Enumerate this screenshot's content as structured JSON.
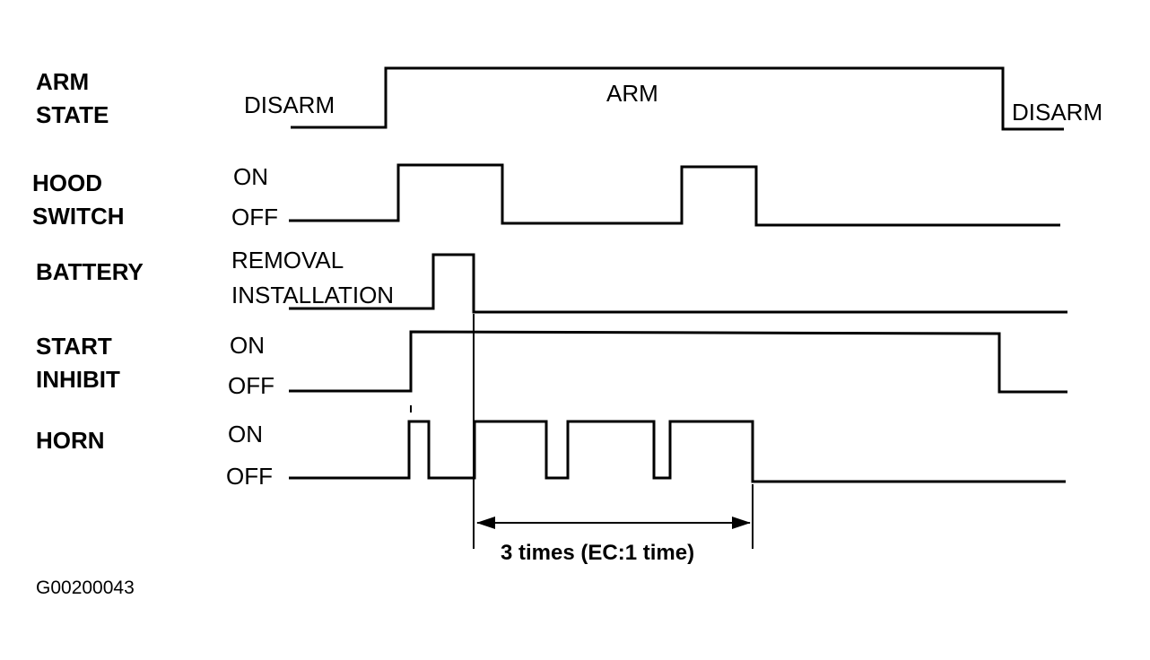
{
  "signals": [
    {
      "id": "arm_state",
      "name_lines": [
        "ARM",
        "STATE"
      ],
      "high_label": "ARM",
      "low_left_label": "DISARM",
      "low_right_label": "DISARM"
    },
    {
      "id": "hood_switch",
      "name_lines": [
        "HOOD",
        "SWITCH"
      ],
      "high_label": "ON",
      "low_label": "OFF"
    },
    {
      "id": "battery",
      "name_lines": [
        "BATTERY"
      ],
      "high_label": "REMOVAL",
      "low_label": "INSTALLATION"
    },
    {
      "id": "start_inhibit",
      "name_lines": [
        "START",
        "INHIBIT"
      ],
      "high_label": "ON",
      "low_label": "OFF"
    },
    {
      "id": "horn",
      "name_lines": [
        "HORN"
      ],
      "high_label": "ON",
      "low_label": "OFF"
    }
  ],
  "duration_annotation": "3 times (EC:1 time)",
  "figure_code": "G00200043"
}
